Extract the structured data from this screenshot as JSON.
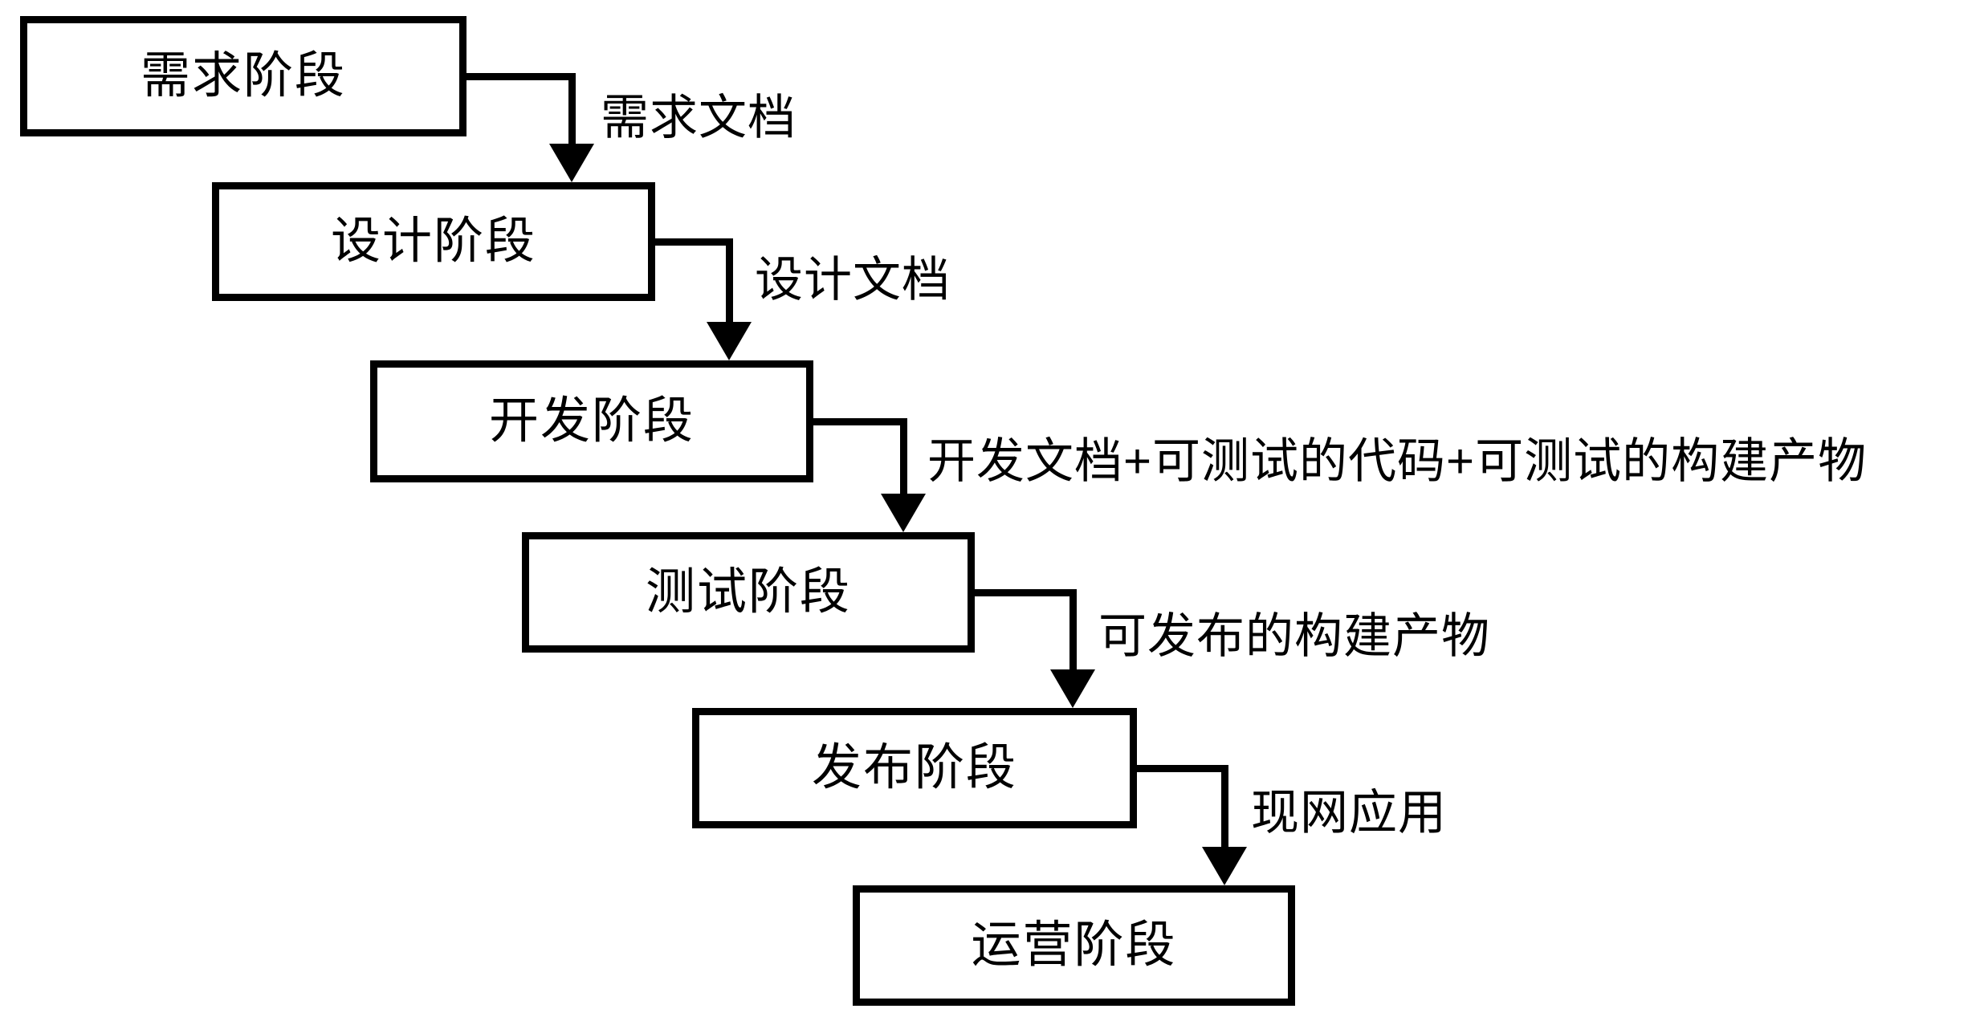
{
  "diagram": {
    "type": "waterfall-flow",
    "background": "#ffffff",
    "stroke_color": "#000000",
    "text_color": "#000000",
    "stages": [
      {
        "label": "需求阶段"
      },
      {
        "label": "设计阶段"
      },
      {
        "label": "开发阶段"
      },
      {
        "label": "测试阶段"
      },
      {
        "label": "发布阶段"
      },
      {
        "label": "运营阶段"
      }
    ],
    "flows": [
      {
        "from": "需求阶段",
        "to": "设计阶段",
        "label": "需求文档"
      },
      {
        "from": "设计阶段",
        "to": "开发阶段",
        "label": "设计文档"
      },
      {
        "from": "开发阶段",
        "to": "测试阶段",
        "label": "开发文档+可测试的代码+可测试的构建产物"
      },
      {
        "from": "测试阶段",
        "to": "发布阶段",
        "label": "可发布的构建产物"
      },
      {
        "from": "发布阶段",
        "to": "运营阶段",
        "label": "现网应用"
      }
    ]
  }
}
